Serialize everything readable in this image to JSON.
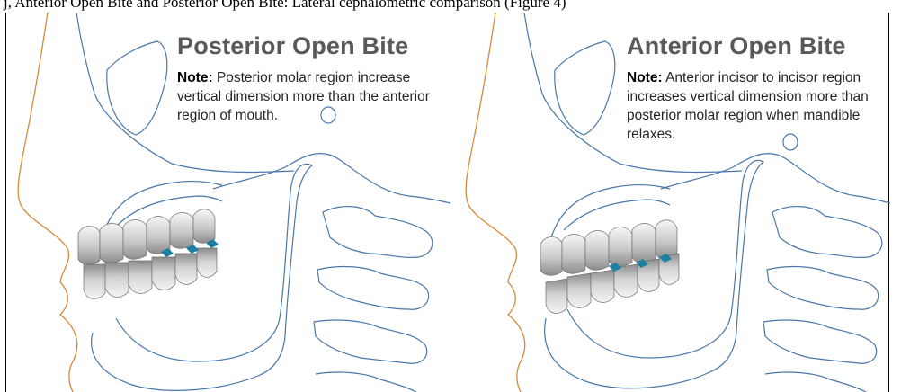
{
  "cutline_text": "j, Anterior Open Bite and Posterior Open Bite: Lateral cephalometric comparison (Figure 4)",
  "colors": {
    "skull_outline": "#4a77a8",
    "soft_tissue": "#d58b3b",
    "bite_marker": "#1f7fa0",
    "title": "#595959"
  },
  "panels": [
    {
      "title": "Posterior Open Bite",
      "note_label": "Note:",
      "note_text": "Posterior molar region increase vertical dimension more than the anterior region of mouth."
    },
    {
      "title": "Anterior Open Bite",
      "note_label": "Note:",
      "note_text": "Anterior incisor to incisor region increases vertical dimension more than posterior molar region when mandible relaxes."
    }
  ]
}
